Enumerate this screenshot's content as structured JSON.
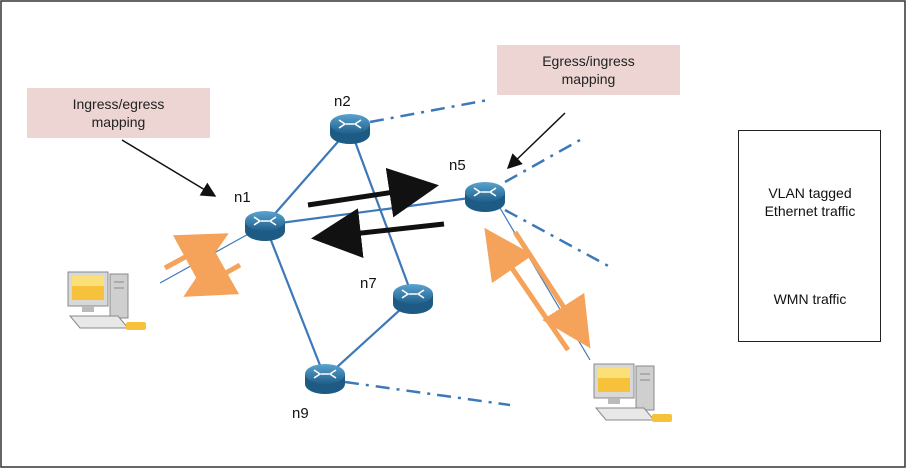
{
  "callouts": {
    "left": "Ingress/egress\nmapping",
    "right": "Egress/ingress\nmapping"
  },
  "nodes": {
    "n1": "n1",
    "n2": "n2",
    "n5": "n5",
    "n7": "n7",
    "n9": "n9"
  },
  "legend": {
    "vlan_label": "VLAN tagged\nEthernet traffic",
    "wmn_label": "WMN traffic"
  },
  "colors": {
    "router": "#2f79a8",
    "link": "#3d78b8",
    "vlan": "#f5a25b",
    "wmn": "#111111",
    "callout_bg": "#ecd5d3"
  },
  "icons": [
    "router-icon",
    "computer-icon",
    "arrow-icon"
  ]
}
